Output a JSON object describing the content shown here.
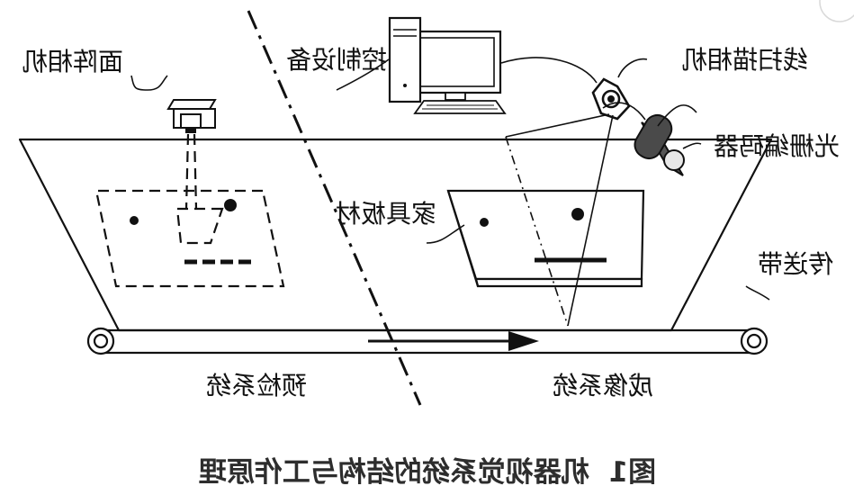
{
  "labels": {
    "area_camera": "面阵相机",
    "control_device": "控制设备",
    "line_camera": "线扫描相机",
    "grating_encoder": "光栅编码器",
    "furniture_board": "家具板材",
    "conveyor_belt": "传送带",
    "precheck_system": "预检系统",
    "imaging_system": "成像系统"
  },
  "caption": "图1  机器视觉系统的结构与工作原理"
}
